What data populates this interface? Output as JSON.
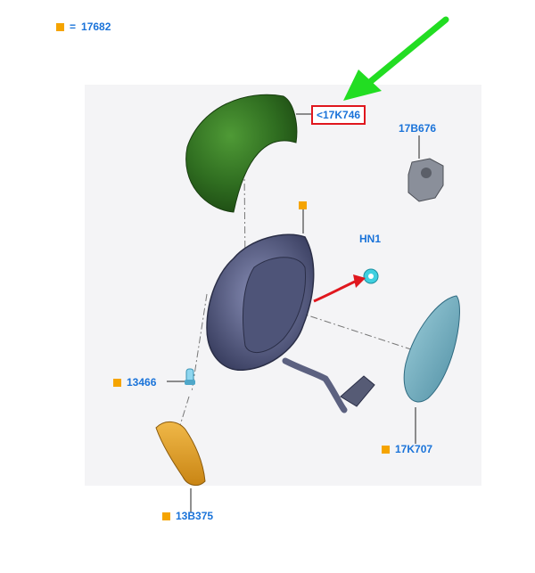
{
  "legend": {
    "marker_color": "#f5a400",
    "equals": "=",
    "value": "17682"
  },
  "callouts": {
    "cover": "<17K746",
    "motor": "17B676",
    "clip": "HN1",
    "bulb": "13466",
    "glass": "17K707",
    "lamp": "13B375"
  },
  "colors": {
    "label_blue": "#1a73d9",
    "highlight_red": "#e0171e",
    "arrow_green": "#22dd22",
    "arrow_red": "#e0171e",
    "cover_green": "#2e6b1f",
    "glass_blue": "#6aa6b8",
    "lamp_orange": "#e7a028",
    "clip_cyan": "#3fd0e0"
  }
}
